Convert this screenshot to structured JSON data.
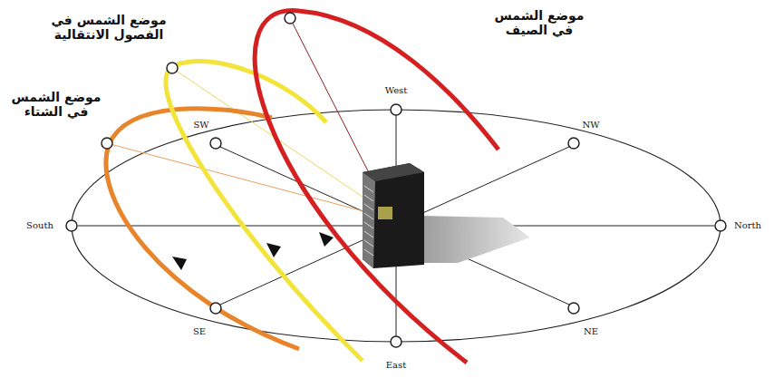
{
  "diagram": {
    "labels": [
      "موضع الشمس في الفصول الانتقالية",
      "موضع الشمس في الصيف",
      "موضع الشمس في الشتاء",
      "West",
      "SW",
      "NW",
      "South",
      "North",
      "SE",
      "NE",
      "East"
    ]
  }
}
